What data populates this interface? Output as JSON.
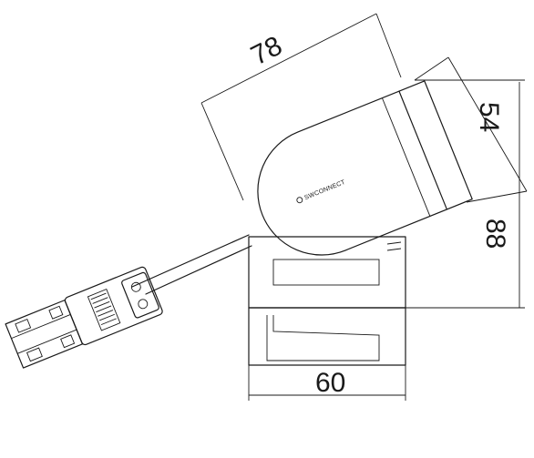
{
  "dimensions": {
    "d78": "78",
    "d54": "54",
    "d88": "88",
    "d60": "60"
  },
  "logo": {
    "text": "SWCONNECT"
  }
}
